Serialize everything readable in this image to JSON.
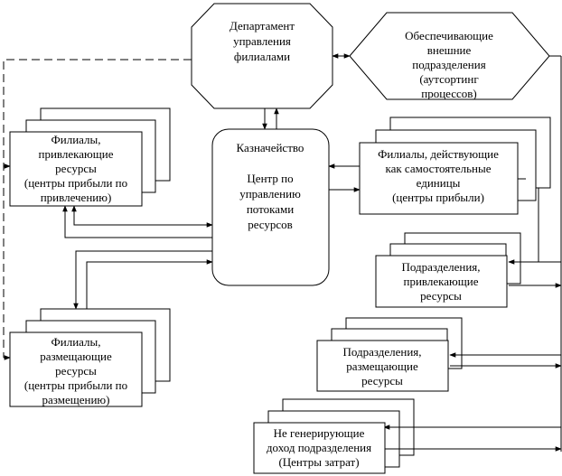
{
  "nodes": {
    "department": [
      "Департамент",
      "управления",
      "филиалами"
    ],
    "outsourcing": [
      "Обеспечивающие",
      "внешние",
      "подразделения",
      "(аутсортинг",
      "процессов)"
    ],
    "treasury_title": "Казначейство",
    "treasury_body": [
      "Центр по",
      "управлению",
      "потоками",
      "ресурсов"
    ],
    "branches_attract": [
      "Филиалы,",
      "привлекающие",
      "ресурсы",
      "(центры прибыли по",
      "привлечению)"
    ],
    "branches_independent": [
      "Филиалы, действующие",
      "как самостоятельные",
      "единицы",
      "(центры прибыли)"
    ],
    "branches_place": [
      "Филиалы,",
      "размещающие",
      "ресурсы",
      "(центры прибыли по",
      "размещению)"
    ],
    "units_attract": [
      "Подразделения,",
      "привлекающие",
      "ресурсы"
    ],
    "units_place": [
      "Подразделения,",
      "размещающие",
      "ресурсы"
    ],
    "cost_centers": [
      "Не генерирующие",
      "доход подразделения",
      "(Центры затрат)"
    ]
  }
}
